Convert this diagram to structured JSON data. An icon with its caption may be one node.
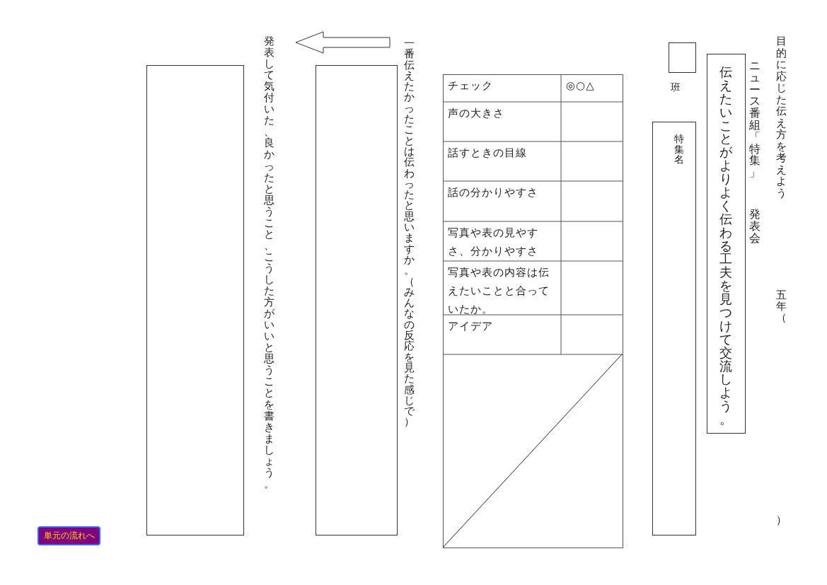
{
  "diagram": {
    "nodes": [
      {
        "text": [
          "伝えたいことがよりよく伝わる工夫を見つけて交流しよう。"
        ]
      },
      {
        "text": [],
        "shape": "box",
        "beside": [
          "班"
        ]
      },
      {
        "text": [
          "特集名"
        ]
      },
      {
        "text": [],
        "shape": "box"
      },
      {
        "text": [],
        "shape": "box"
      }
    ],
    "labels": [
      "目的に応じた伝え方を考えよう",
      "五年（",
      "）",
      "ニュース番組「特集」",
      "発表会",
      "チェック",
      "◎○△",
      "声の大きさ",
      "話すときの目線",
      "話の分かりやすさ",
      "写真や表の見やすさ、分かりやすさ",
      "写真や表の内容は伝えたいことと合っていたか。",
      "アイデア",
      "一番伝えたかったことは伝わったと思いますか。（みんなの反応を見た感じで）",
      "発表して気付いた、良かったと思うこと、こうした方がいいと思うことを書きましょう。",
      "単元の流れへ"
    ]
  }
}
